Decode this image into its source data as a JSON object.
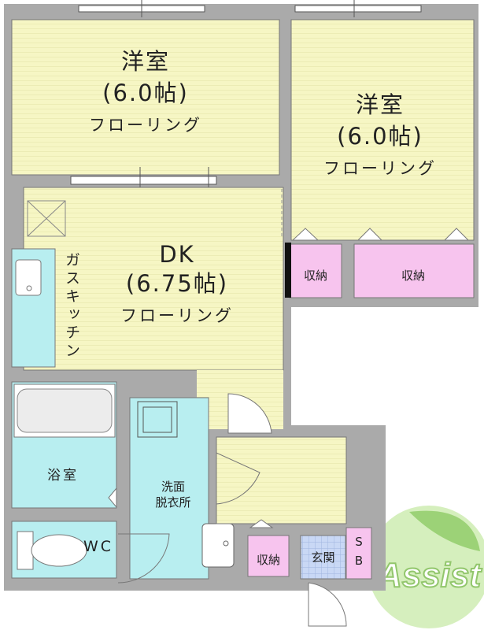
{
  "rooms": {
    "western_room_1": {
      "name": "洋室",
      "size": "(6.0帖)",
      "floor": "フローリング"
    },
    "western_room_2": {
      "name": "洋室",
      "size": "(6.0帖)",
      "floor": "フローリング"
    },
    "dk": {
      "name": "DK",
      "size": "(6.75帖)",
      "floor": "フローリング"
    },
    "kitchen": "ガスキッチン",
    "bath": "浴室",
    "washroom": "洗面\n脱衣所",
    "toilet": "WC",
    "storage_1": "収納",
    "storage_2": "収納",
    "storage_3": "収納",
    "entrance": "玄関",
    "shoe_box": "S\nB"
  },
  "logo": {
    "text": "Assist"
  },
  "colors": {
    "flooring": "#f6f6c4",
    "wet_area": "#b8eef0",
    "storage": "#f7c4ee",
    "entrance_tile": "#c9d8f5",
    "wall": "#aaaaaa",
    "logo": "#9bd86a"
  }
}
